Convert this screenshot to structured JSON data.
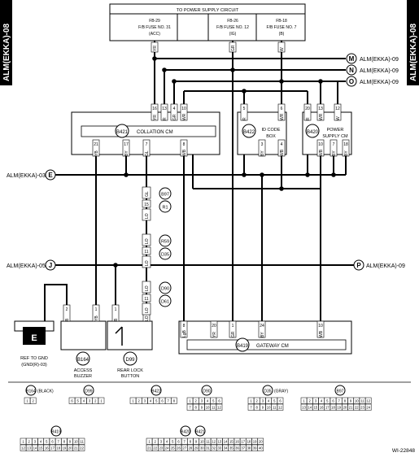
{
  "side_tabs": {
    "left": "ALM(EKKA)-08",
    "right": "ALM(EKKA)-08"
  },
  "power_box": {
    "title": "TO POWER SUPPLY CIRCUIT",
    "fuses": [
      {
        "id": "FB-29",
        "desc": "F/B FUSE NO. 31",
        "sub": "(ACC)"
      },
      {
        "id": "FB-26",
        "desc": "F/B FUSE NO. 12",
        "sub": "(IG)"
      },
      {
        "id": "FB-18",
        "desc": "F/B FUSE NO. 7",
        "sub": "(B)"
      }
    ]
  },
  "fuse_wire_colors": [
    "YR",
    "GR",
    "W"
  ],
  "right_refs": [
    {
      "letter": "M",
      "text": "ALM(EKKA)-09"
    },
    {
      "letter": "N",
      "text": "ALM(EKKA)-09"
    },
    {
      "letter": "O",
      "text": "ALM(EKKA)-09"
    }
  ],
  "left_refs": [
    {
      "letter": "E",
      "text": "ALM(EKKA)-03"
    },
    {
      "letter": "J",
      "text": "ALM(EKKA)-05"
    }
  ],
  "right_ref_p": {
    "letter": "P",
    "text": "ALM(EKKA)-09"
  },
  "collation": {
    "code": "B421",
    "name": "COLLATION CM",
    "top_pins": [
      {
        "pin": "16",
        "color": "YR"
      },
      {
        "pin": "13",
        "color": "R"
      },
      {
        "pin": "4",
        "color": "GR"
      },
      {
        "pin": "10",
        "color": "WR"
      }
    ],
    "bot_pins": [
      {
        "pin": "21",
        "color": "YB"
      },
      {
        "pin": "17",
        "color": "BY"
      },
      {
        "pin": "7",
        "color": "GL"
      },
      {
        "pin": "8",
        "color": "WB"
      }
    ]
  },
  "idcode": {
    "code": "B422",
    "name": "ID CODE",
    "name2": "BOX",
    "top_pins": [
      {
        "pin": "5",
        "color": "R"
      },
      {
        "pin": "6",
        "color": "WR"
      }
    ],
    "bot_pins": [
      {
        "pin": "3",
        "color": "BY"
      },
      {
        "pin": "4",
        "color": "WB"
      }
    ]
  },
  "powersupply": {
    "code": "B420",
    "name": "POWER",
    "name2": "SUPPLY CM",
    "top_pins": [
      {
        "pin": "20",
        "color": "R"
      },
      {
        "pin": "13",
        "color": "WR"
      },
      {
        "pin": "12",
        "color": "W"
      }
    ],
    "bot_pins": [
      {
        "pin": "10",
        "color": "WB"
      },
      {
        "pin": "7",
        "color": "BY"
      },
      {
        "pin": "18",
        "color": "BY"
      }
    ]
  },
  "gl_connectors": [
    {
      "a": "B97",
      "b": "R1",
      "pin": "15",
      "color": "GL",
      "colorB": "LO"
    },
    {
      "a": "R59",
      "b": "D35",
      "pin": "11",
      "color": "LO",
      "colorB": "LO"
    },
    {
      "a": "D90",
      "b": "D61",
      "pin": "11",
      "color": "LO",
      "colorB": "LO"
    }
  ],
  "access_buzzer": {
    "code": "B164",
    "name": "ACCESS",
    "name2": "BUZZER",
    "pins": [
      {
        "pin": "2",
        "color": "B"
      },
      {
        "pin": "1",
        "color": "YB"
      }
    ]
  },
  "rear_lock": {
    "code": "D99",
    "name": "REAR LOCK",
    "name2": "BUTTON",
    "pins": [
      {
        "pin": "1",
        "color": "B"
      },
      {
        "pin": "3",
        "color": "LO"
      }
    ]
  },
  "ground": {
    "label": "E",
    "text": "REF TO GND",
    "text2": "(GND(R)-03)"
  },
  "gateway": {
    "code": "B419",
    "name": "GATEWAY CM",
    "pins": [
      {
        "pin": "8",
        "color": "LgB"
      },
      {
        "pin": "20",
        "color": "YR"
      },
      {
        "pin": "1",
        "color": "GR"
      },
      {
        "pin": "24",
        "color": "BY"
      },
      {
        "pin": "10",
        "color": "WB"
      }
    ]
  },
  "connector_views": [
    {
      "code": "B164",
      "note": "(BLACK)",
      "pins": [
        "1",
        "2"
      ]
    },
    {
      "code": "D99",
      "pins": [
        "6",
        "5",
        "4",
        "3",
        "2",
        "1"
      ]
    },
    {
      "code": "B422",
      "pins": [
        "1",
        "2",
        "3",
        "4",
        "5",
        "6",
        "7",
        "8"
      ]
    },
    {
      "code": "D90",
      "pins": [
        "1",
        "2",
        "3",
        "4",
        "5",
        "6",
        "7",
        "8",
        "9",
        "10",
        "11",
        "12"
      ]
    },
    {
      "code": "D35",
      "note": "(GRAY)",
      "pins": [
        "1",
        "2",
        "3",
        "4",
        "5",
        "6",
        "7",
        "8",
        "9",
        "10",
        "11",
        "12"
      ]
    },
    {
      "code": "B97",
      "pins": [
        "1",
        "2",
        "3",
        "4",
        "5",
        "6",
        "7",
        "8",
        "9",
        "10",
        "11",
        "12",
        "13",
        "14",
        "15",
        "16",
        "17",
        "18",
        "19",
        "20",
        "21",
        "22",
        "23",
        "24"
      ]
    },
    {
      "code": "B419",
      "pins": [
        "1",
        "2",
        "3",
        "4",
        "5",
        "6",
        "7",
        "8",
        "9",
        "10",
        "11",
        "12",
        "13",
        "14",
        "15",
        "16",
        "17",
        "18",
        "19",
        "20",
        "21",
        "22"
      ]
    },
    {
      "code": "B420",
      "code2": "B421",
      "pins": [
        "1",
        "2",
        "3",
        "4",
        "5",
        "6",
        "7",
        "8",
        "9",
        "10",
        "11",
        "12",
        "13",
        "14",
        "15",
        "16",
        "17",
        "18",
        "19",
        "20",
        "21",
        "22",
        "23",
        "24",
        "25",
        "26",
        "27",
        "28",
        "29",
        "30",
        "31",
        "32",
        "33",
        "34",
        "35",
        "36",
        "37",
        "38",
        "39",
        "40"
      ]
    }
  ],
  "figure_id": "WI-22848"
}
